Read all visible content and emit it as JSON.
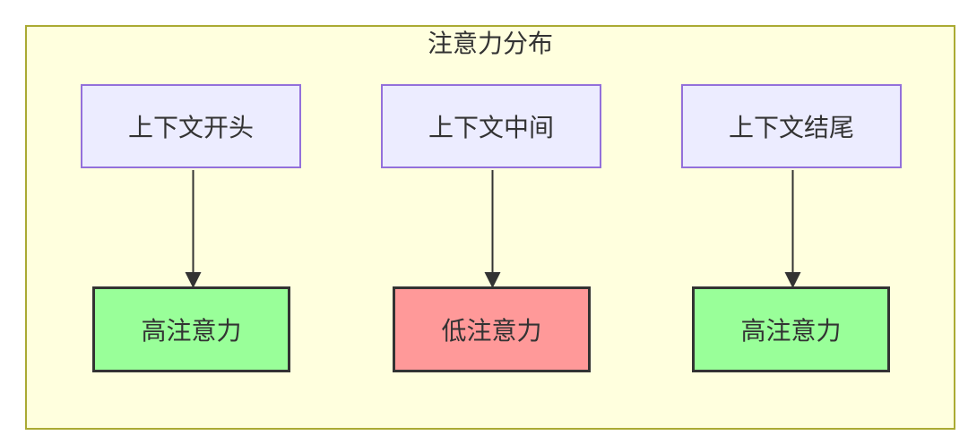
{
  "diagram": {
    "title": "注意力分布",
    "columns": [
      {
        "source_label": "上下文开头",
        "target_label": "高注意力",
        "attention_level": "high"
      },
      {
        "source_label": "上下文中间",
        "target_label": "低注意力",
        "attention_level": "low"
      },
      {
        "source_label": "上下文结尾",
        "target_label": "高注意力",
        "attention_level": "high"
      }
    ],
    "colors": {
      "canvas_background": "#ffffff",
      "container_fill": "#ffffde",
      "container_border": "#aaaa33",
      "source_node_fill": "#ececff",
      "source_node_border": "#9370db",
      "high_attention_fill": "#99ff99",
      "low_attention_fill": "#ff9999",
      "target_node_border": "#333333",
      "text": "#333333",
      "arrow": "#333333"
    }
  }
}
